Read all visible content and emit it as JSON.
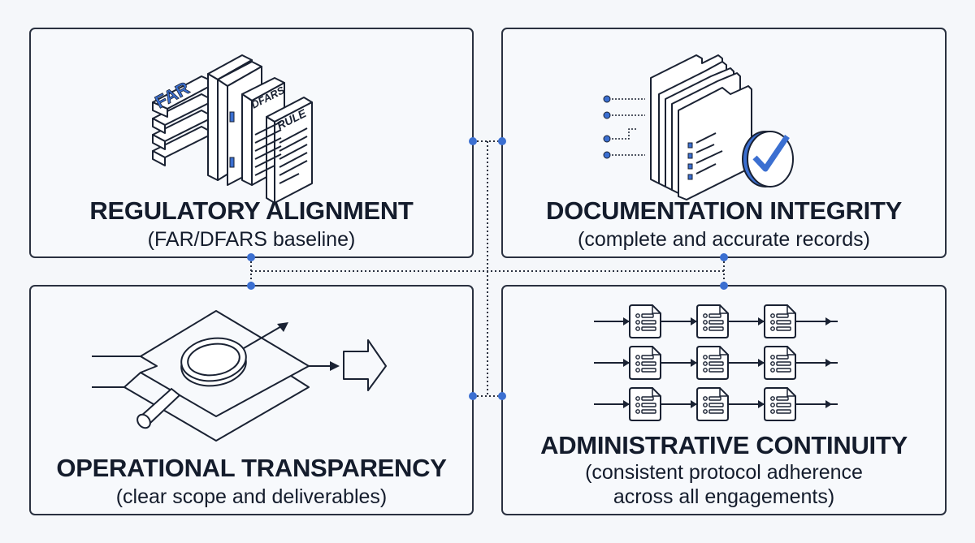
{
  "panels": [
    {
      "id": "regulatory-alignment",
      "title": "REGULATORY ALIGNMENT",
      "subtitle": "(FAR/DFARS baseline)",
      "illustration": "stacked-regulation-books-icon",
      "labels": {
        "far": "FAR",
        "dfars": "DFARS",
        "rule": "RULE"
      }
    },
    {
      "id": "documentation-integrity",
      "title": "DOCUMENTATION INTEGRITY",
      "subtitle": "(complete and accurate records)",
      "illustration": "folder-stack-checkmark-icon"
    },
    {
      "id": "operational-transparency",
      "title": "OPERATIONAL TRANSPARENCY",
      "subtitle": "(clear scope and deliverables)",
      "illustration": "magnifier-over-document-arrow-icon"
    },
    {
      "id": "administrative-continuity",
      "title": "ADMINISTRATIVE CONTINUITY",
      "subtitle_lines": [
        "(consistent protocol adherence",
        "across all engagements)"
      ],
      "illustration": "document-flow-grid-icon",
      "grid": {
        "rows": 3,
        "cols": 3
      }
    }
  ],
  "colors": {
    "accent": "#3b6fd1",
    "ink": "#1a2233",
    "background": "#f5f7fa",
    "panel": "#f7f9fc"
  }
}
